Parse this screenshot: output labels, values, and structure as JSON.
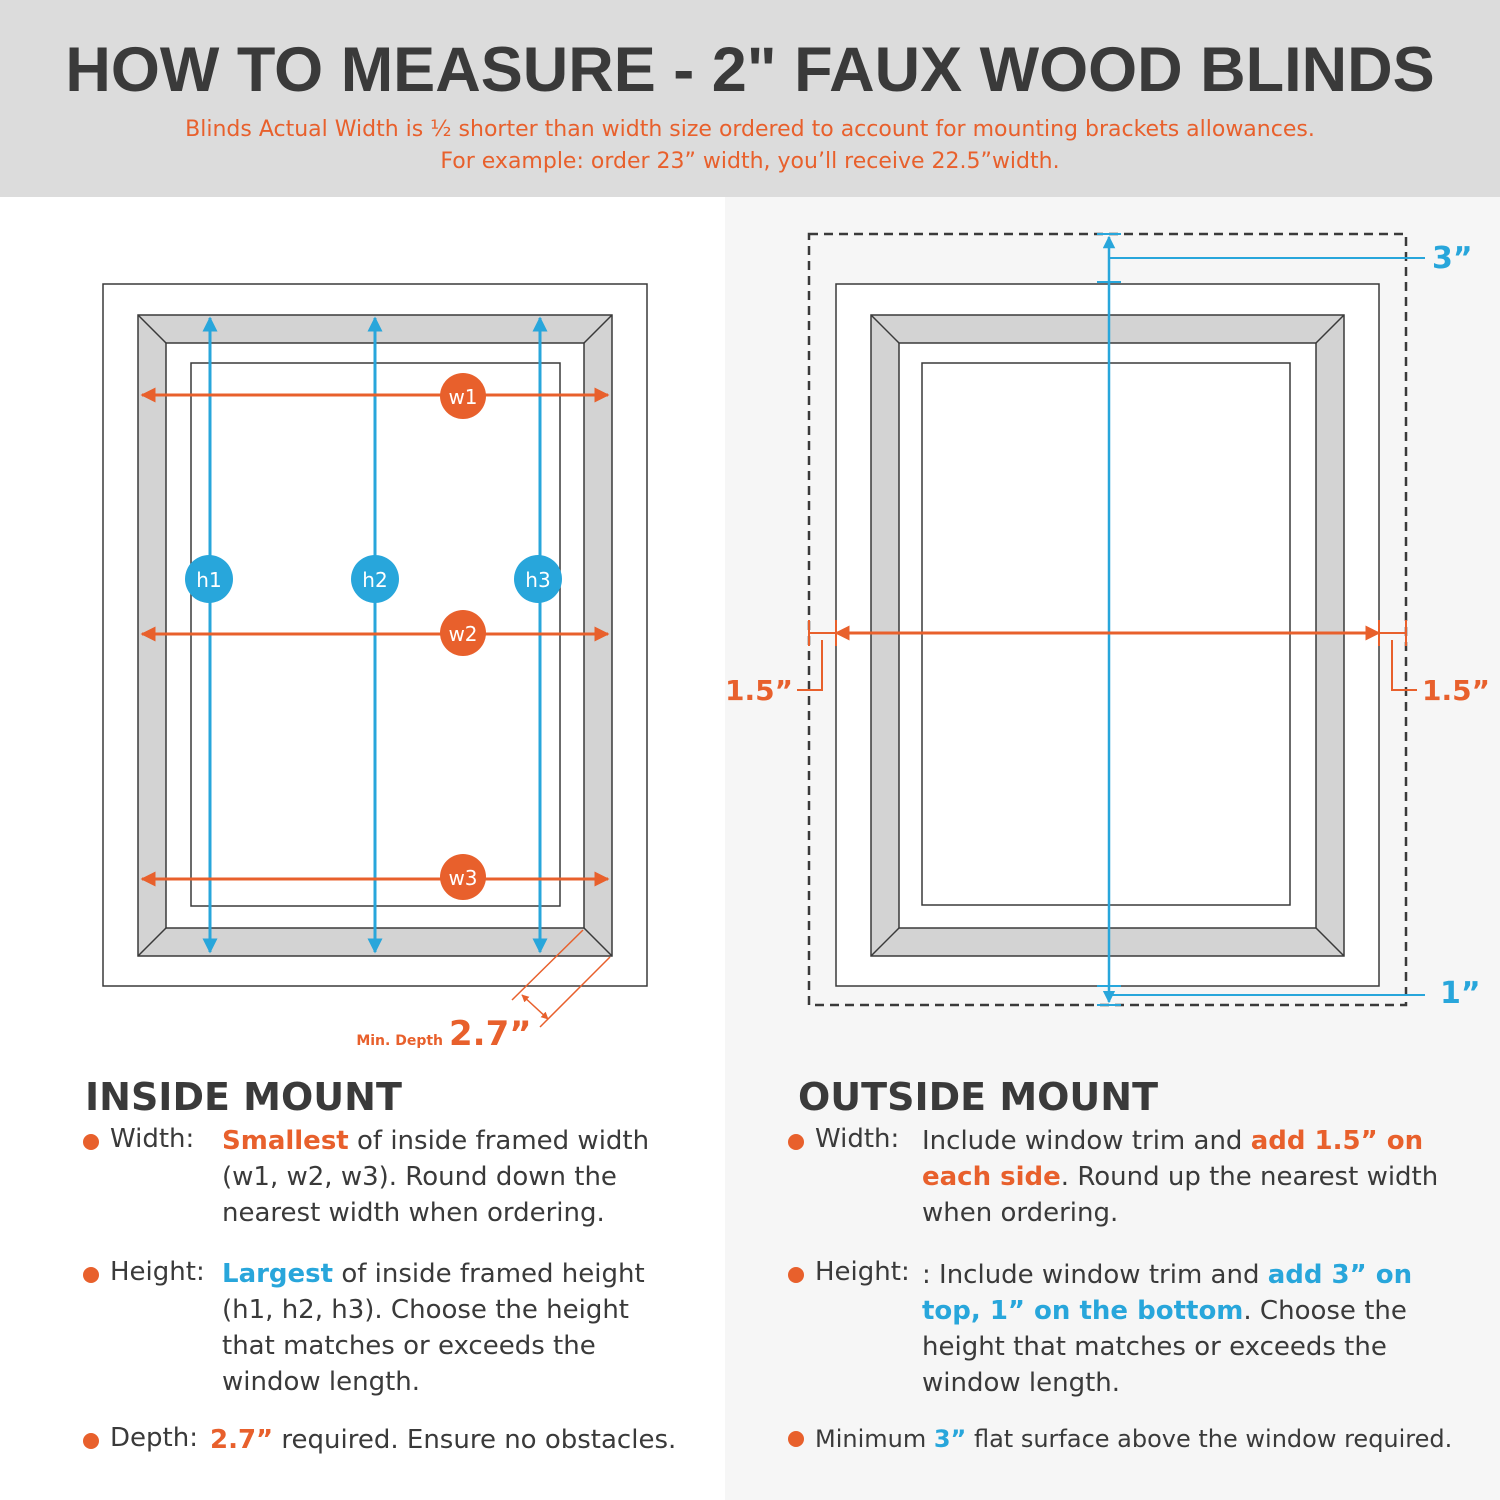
{
  "header": {
    "title": "HOW TO MEASURE - 2\" FAUX WOOD BLINDS",
    "subtitle_line1": "Blinds Actual Width is ½ shorter than width size ordered to account for mounting brackets allowances.",
    "subtitle_line2": "For example: order 23” width, you’ll receive 22.5”width."
  },
  "colors": {
    "orange": "#e8602c",
    "blue": "#28a6db",
    "header_bg": "#dcdcdc",
    "frame_gray": "#d3d3d3",
    "text": "#3a3a3a"
  },
  "diagram_labels": {
    "w1": "w1",
    "w2": "w2",
    "w3": "w3",
    "h1": "h1",
    "h2": "h2",
    "h3": "h3",
    "min_depth": "Min. Depth",
    "min_depth_value": "2.7”",
    "top_allowance": "3”",
    "bottom_allowance": "1”",
    "left_allowance": "1.5”",
    "right_allowance": "1.5”"
  },
  "inside": {
    "title": "INSIDE MOUNT",
    "width_label": "Width:",
    "width_hl": "Smallest",
    "width_text": " of inside framed width (w1, w2, w3). Round down the nearest width when ordering.",
    "height_label": "Height:",
    "height_hl": "Largest",
    "height_text": " of inside framed height (h1, h2, h3). Choose the height that matches or exceeds the window length.",
    "depth_label": "Depth:",
    "depth_hl": "2.7”",
    "depth_text": " required. Ensure no obstacles."
  },
  "outside": {
    "title": "OUTSIDE MOUNT",
    "width_label": "Width:",
    "width_pre": "Include window trim and ",
    "width_hl": "add 1.5” on each side",
    "width_post": ". Round up the nearest width when ordering.",
    "height_label": "Height:",
    "height_pre": ": Include window trim and ",
    "height_hl": "add 3” on top, 1” on the bottom",
    "height_post": ". Choose the height that matches or exceeds the window length.",
    "min_pre": "Minimum ",
    "min_hl": "3”",
    "min_post": " flat surface above the window required."
  }
}
